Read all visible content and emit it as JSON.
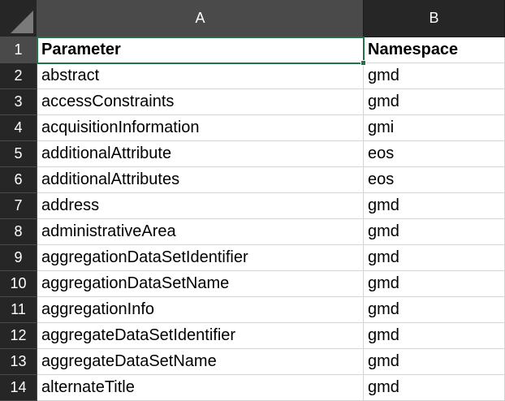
{
  "columns": [
    {
      "letter": "A"
    },
    {
      "letter": "B"
    }
  ],
  "header_row": {
    "number": "1",
    "cells": [
      "Parameter",
      "Namespace"
    ]
  },
  "rows": [
    {
      "number": "2",
      "parameter": "abstract",
      "namespace": "gmd"
    },
    {
      "number": "3",
      "parameter": "accessConstraints",
      "namespace": "gmd"
    },
    {
      "number": "4",
      "parameter": "acquisitionInformation",
      "namespace": "gmi"
    },
    {
      "number": "5",
      "parameter": "additionalAttribute",
      "namespace": "eos"
    },
    {
      "number": "6",
      "parameter": "additionalAttributes",
      "namespace": "eos"
    },
    {
      "number": "7",
      "parameter": "address",
      "namespace": "gmd"
    },
    {
      "number": "8",
      "parameter": "administrativeArea",
      "namespace": "gmd"
    },
    {
      "number": "9",
      "parameter": "aggregationDataSetIdentifier",
      "namespace": "gmd"
    },
    {
      "number": "10",
      "parameter": "aggregationDataSetName",
      "namespace": "gmd"
    },
    {
      "number": "11",
      "parameter": "aggregationInfo",
      "namespace": "gmd"
    },
    {
      "number": "12",
      "parameter": "aggregateDataSetIdentifier",
      "namespace": "gmd"
    },
    {
      "number": "13",
      "parameter": "aggregateDataSetName",
      "namespace": "gmd"
    },
    {
      "number": "14",
      "parameter": "alternateTitle",
      "namespace": "gmd"
    }
  ],
  "selected_cell": "A1",
  "colors": {
    "header_bg": "#262626",
    "active_header_bg": "#4a4a4a",
    "selection": "#217346",
    "gridline": "#d4d4d4"
  }
}
